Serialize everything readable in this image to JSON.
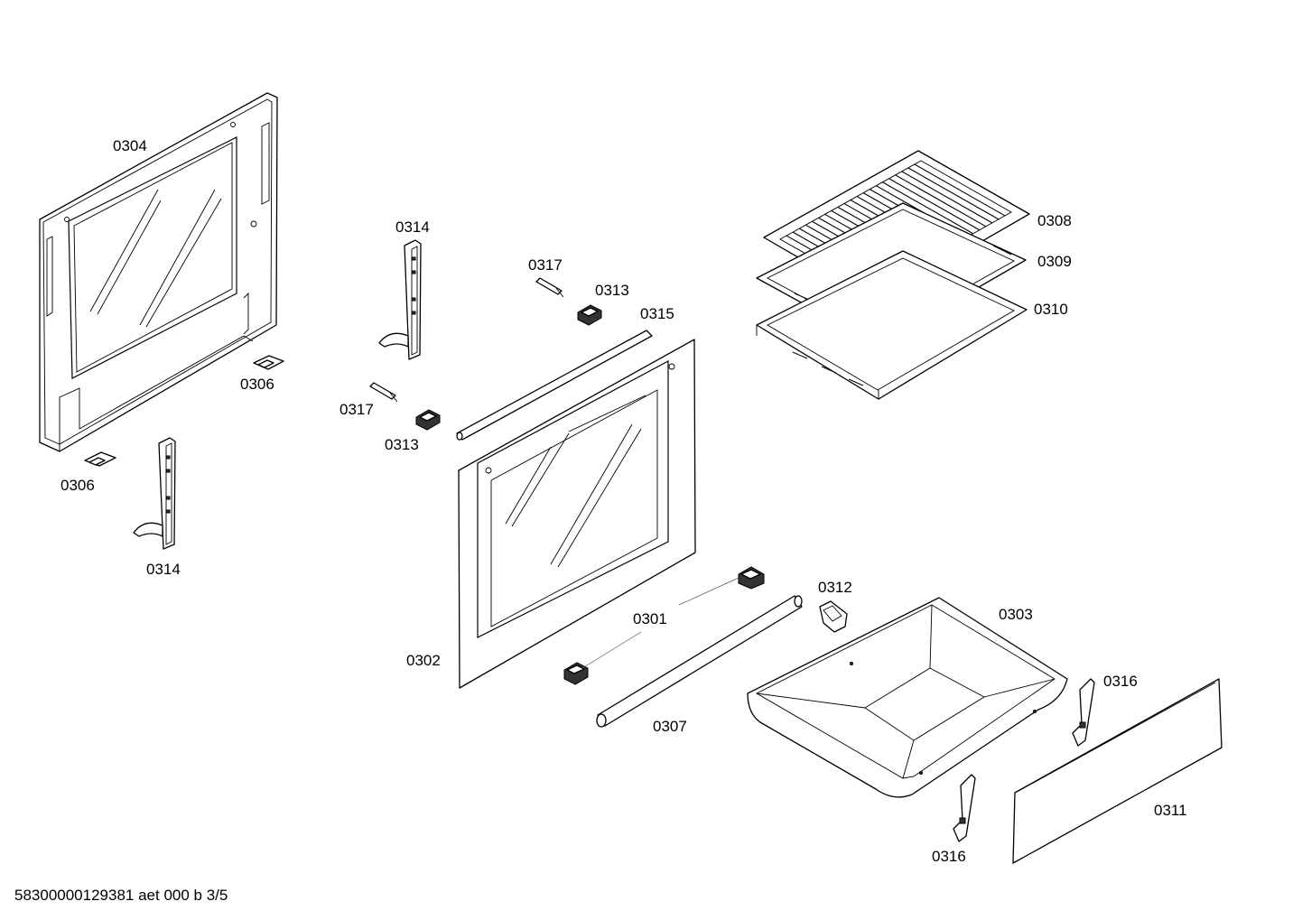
{
  "labels": {
    "p0304": "0304",
    "p0306a": "0306",
    "p0306b": "0306",
    "p0314a": "0314",
    "p0314b": "0314",
    "p0317a": "0317",
    "p0317b": "0317",
    "p0313a": "0313",
    "p0313b": "0313",
    "p0315": "0315",
    "p0308": "0308",
    "p0309": "0309",
    "p0310": "0310",
    "p0312": "0312",
    "p0303": "0303",
    "p0301": "0301",
    "p0302": "0302",
    "p0307": "0307",
    "p0316a": "0316",
    "p0316b": "0316",
    "p0311": "0311"
  },
  "footer": {
    "drawing_ref": "58300000129381 aet 000 b 3/5"
  }
}
